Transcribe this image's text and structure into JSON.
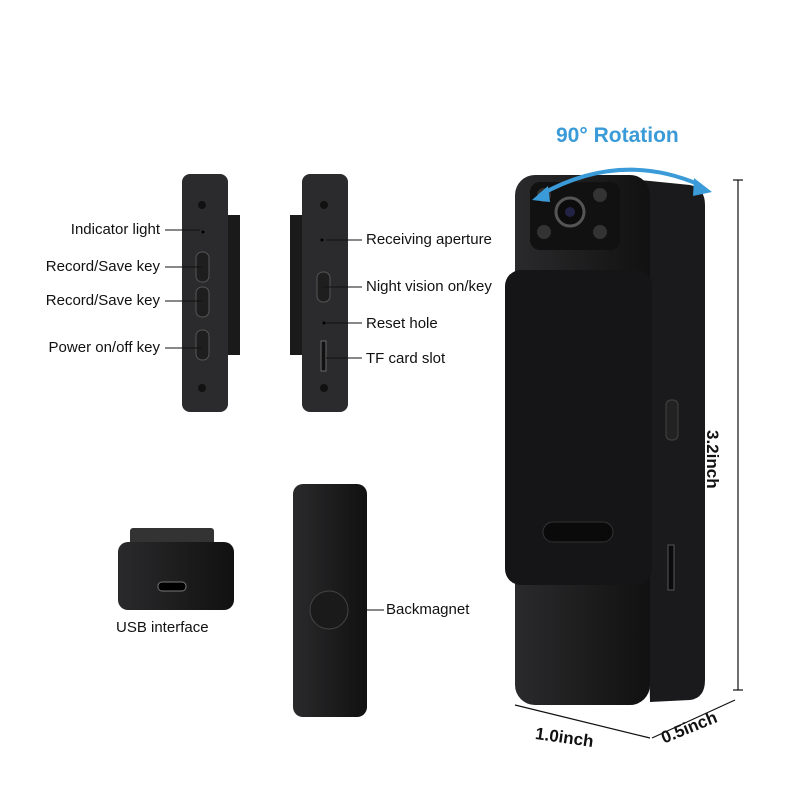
{
  "title": "90° Rotation",
  "left_side_labels": [
    "Indicator light",
    "Record/Save key",
    "Record/Save key",
    "Power on/off key"
  ],
  "right_side_labels": [
    "Receiving aperture",
    "Night vision on/key",
    "Reset hole",
    "TF card slot"
  ],
  "usb_label": "USB interface",
  "back_label": "Backmagnet",
  "dimensions": {
    "height": "3.2inch",
    "width": "1.0inch",
    "depth": "0.5inch"
  },
  "colors": {
    "accent": "#3a9bd8",
    "device": "#1c1c1e"
  }
}
